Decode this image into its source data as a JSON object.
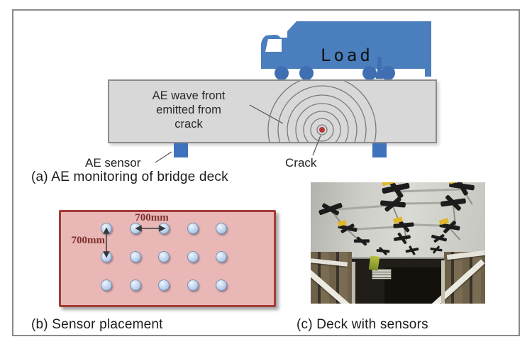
{
  "panels": {
    "a": {
      "caption": "(a) AE monitoring of bridge deck",
      "load_label": "Load",
      "wave_label_lines": [
        "AE wave front",
        "emitted from",
        "crack"
      ],
      "sensor_label": "AE sensor",
      "crack_label": "Crack"
    },
    "b": {
      "caption": "(b) Sensor placement",
      "horizontal_spacing_label": "700mm",
      "vertical_spacing_label": "700mm",
      "sensor_grid": {
        "rows": 3,
        "cols": 5
      }
    },
    "c": {
      "caption": "(c) Deck with sensors"
    }
  },
  "colors": {
    "truck_blue": "#4a7ebc",
    "truck_wheel_blue": "#3f6fb2",
    "load_arrow_purple": "#7769c9",
    "deck_gray": "#d8d8d8",
    "sensor_square_blue": "#3f72bd",
    "crack_red": "#b63535",
    "panel_pink": "#e9b8b6",
    "panel_border_red": "#a43c38",
    "sensor_circle_blue": "#bdd3ee",
    "dimension_text_maroon": "#7e2f2c"
  }
}
